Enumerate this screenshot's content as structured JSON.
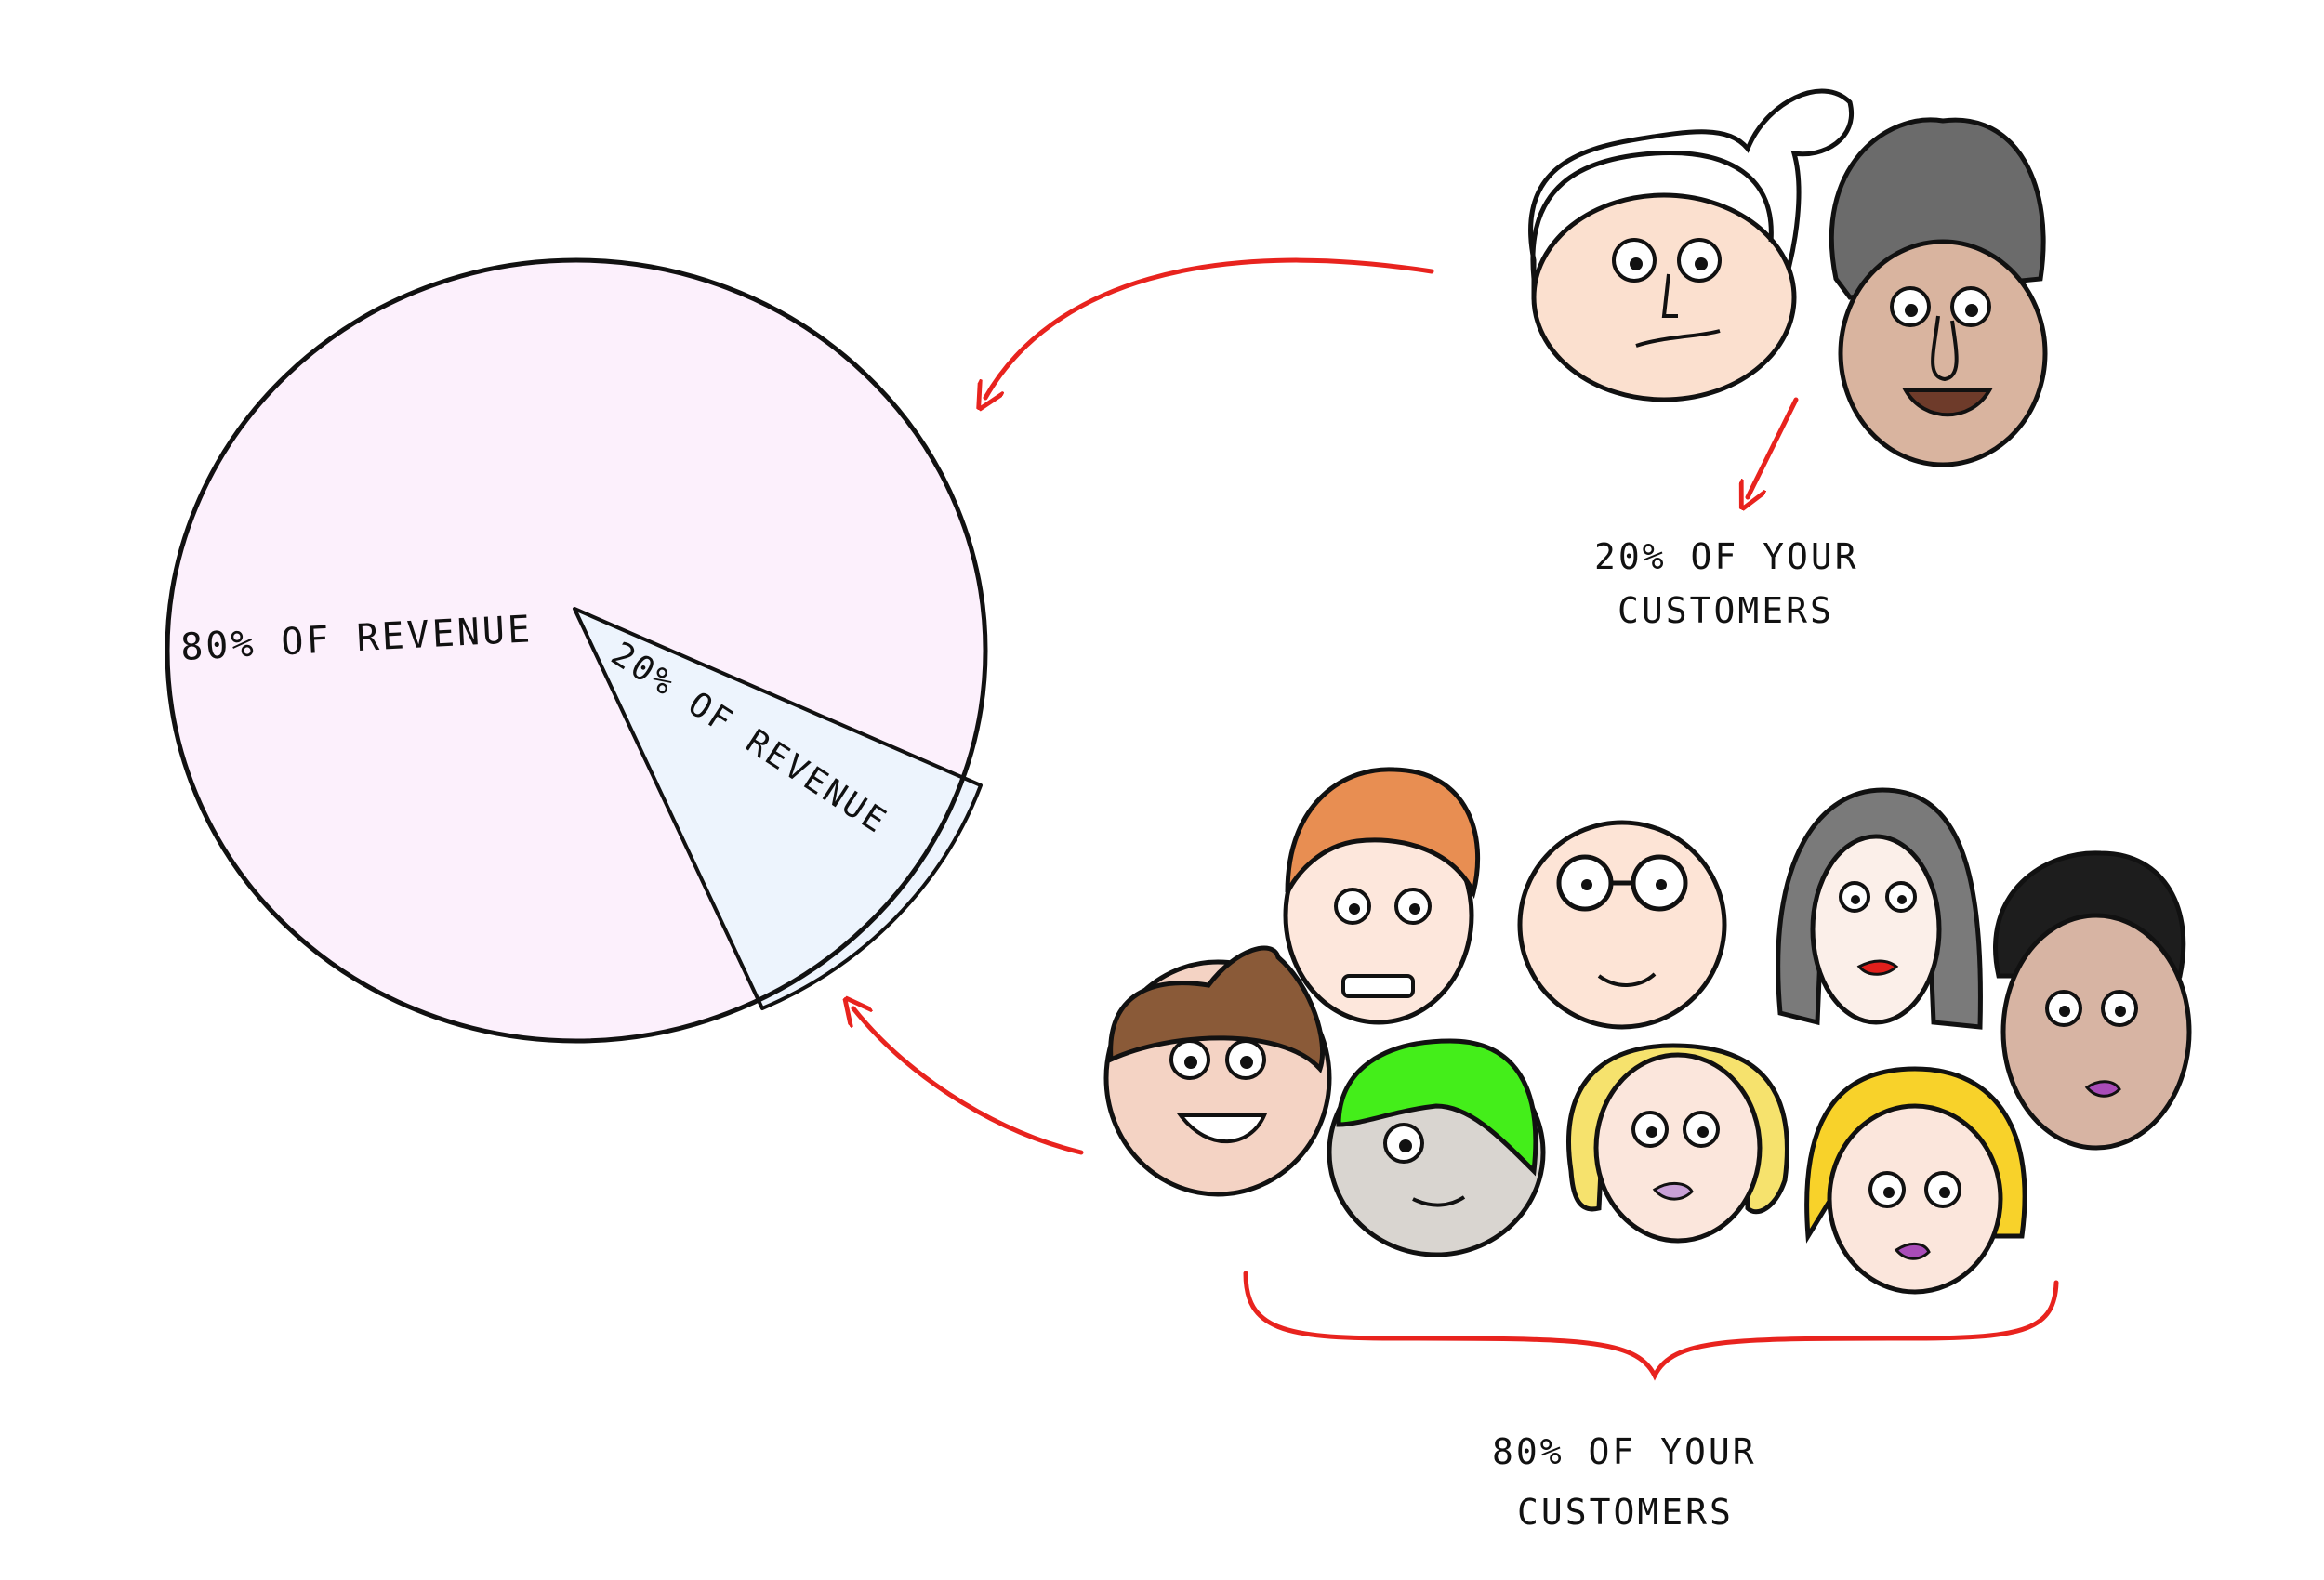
{
  "pie": {
    "large_label": "80% OF REVENUE",
    "small_label": "20% OF REVENUE",
    "large_share": 80,
    "small_share": 20,
    "large_color": "#fcf0fc",
    "small_color": "#edf4fd",
    "outline_color": "#111111"
  },
  "top_group": {
    "caption_line1": "20% OF YOUR",
    "caption_line2": "CUSTOMERS",
    "face_count": 2
  },
  "bottom_group": {
    "caption_line1": "80% OF YOUR",
    "caption_line2": "CUSTOMERS",
    "face_count": 8
  },
  "accent": {
    "arrow_color": "#e8231e"
  }
}
